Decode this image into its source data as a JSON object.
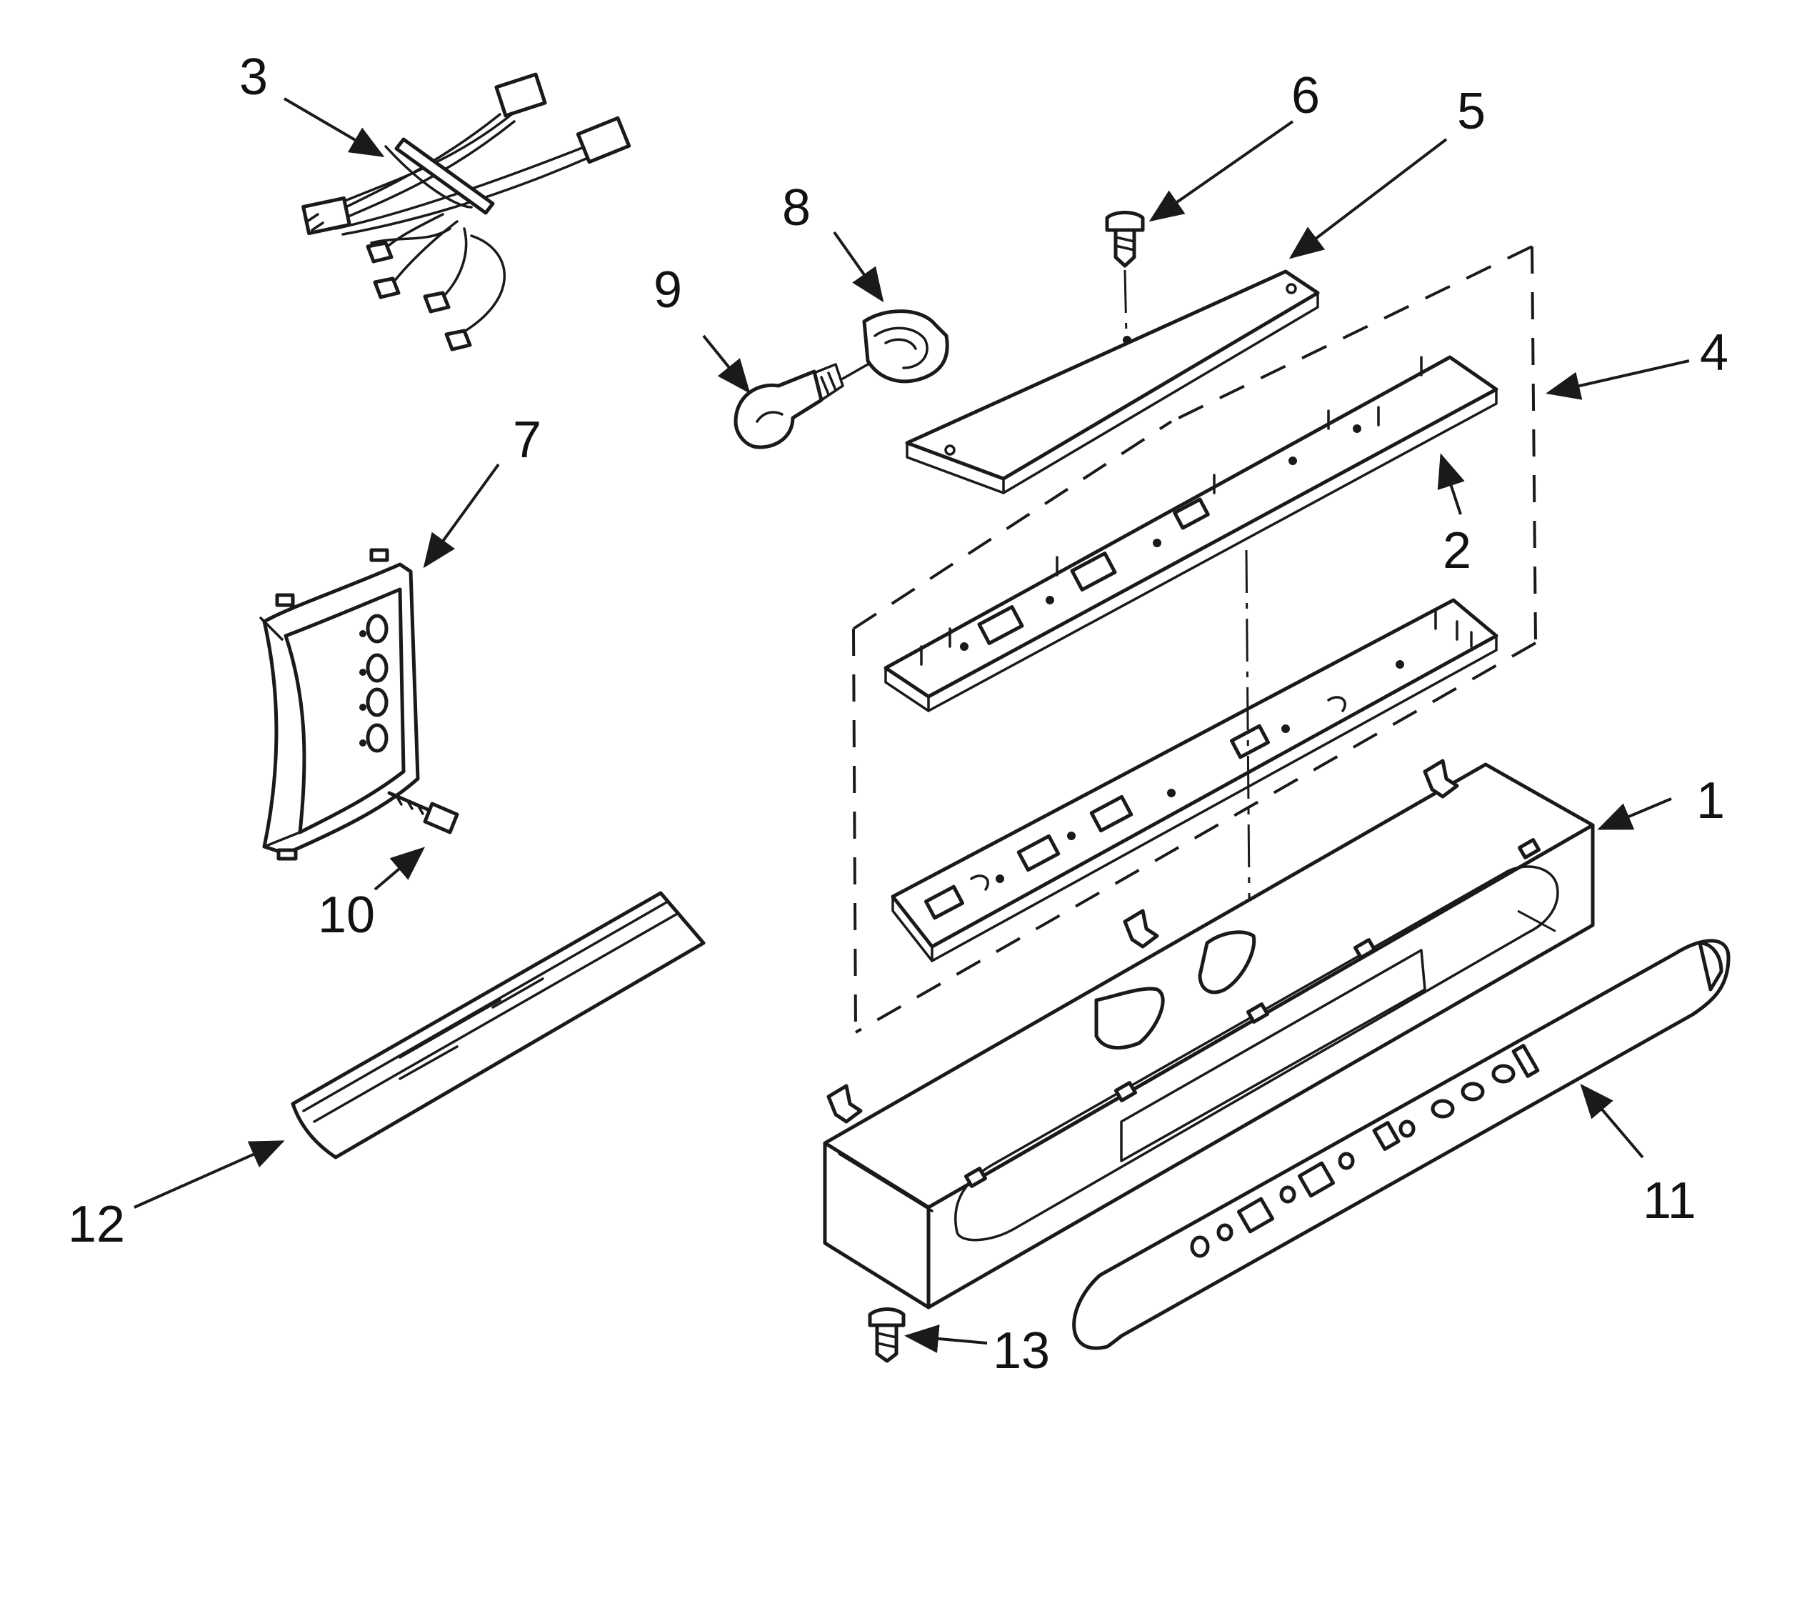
{
  "callouts": [
    {
      "id": "3",
      "label": "3"
    },
    {
      "id": "6",
      "label": "6"
    },
    {
      "id": "5",
      "label": "5"
    },
    {
      "id": "8",
      "label": "8"
    },
    {
      "id": "9",
      "label": "9"
    },
    {
      "id": "4",
      "label": "4"
    },
    {
      "id": "7",
      "label": "7"
    },
    {
      "id": "2",
      "label": "2"
    },
    {
      "id": "1",
      "label": "1"
    },
    {
      "id": "10",
      "label": "10"
    },
    {
      "id": "11",
      "label": "11"
    },
    {
      "id": "12",
      "label": "12"
    },
    {
      "id": "13",
      "label": "13"
    }
  ],
  "colors": {
    "line": "#1a1a1a",
    "background": "#ffffff"
  }
}
